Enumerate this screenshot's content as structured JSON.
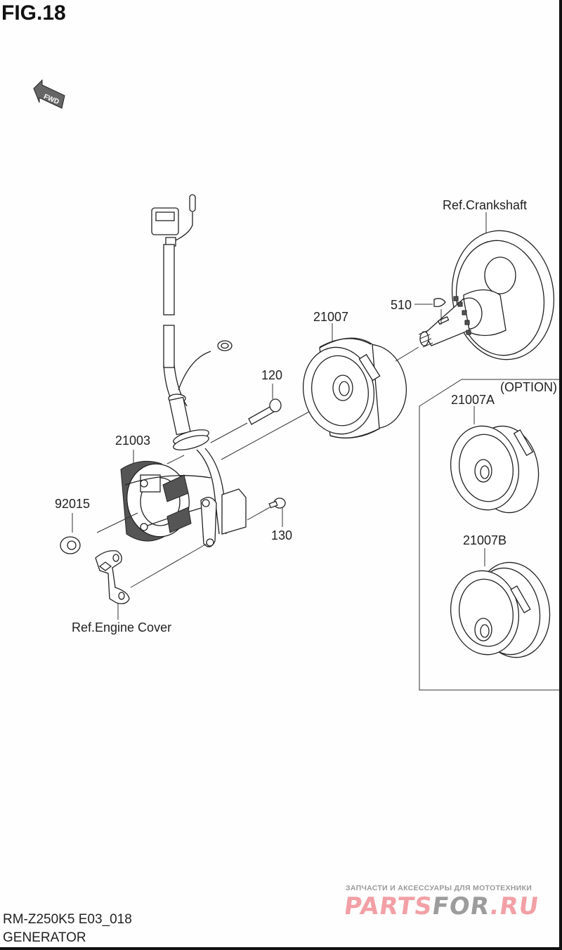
{
  "figure": {
    "title": "FIG.18",
    "fwd_indicator": "FWD"
  },
  "parts": {
    "crankshaft_ref": "Ref.Crankshaft",
    "key": "510",
    "rotor": "21007",
    "bolt_rotor": "120",
    "stator": "21003",
    "nut": "92015",
    "bolt_clamp": "130",
    "engine_cover_ref": "Ref.Engine Cover"
  },
  "option_box": {
    "title": "(OPTION)",
    "items": [
      {
        "label": "21007A"
      },
      {
        "label": "21007B"
      }
    ]
  },
  "footer": {
    "model_code": "RM-Z250K5 E03_018",
    "section_name": "GENERATOR"
  },
  "watermark": {
    "tagline": "ЗАПЧАСТИ И АКСЕССУАРЫ ДЛЯ МОТОТЕХНИКИ",
    "logo_part1": "PARTS",
    "logo_part2": "FOR",
    "logo_part3": ".RU",
    "colors": {
      "pink": "#f2a0a6",
      "grey": "#9c9c9c"
    }
  }
}
